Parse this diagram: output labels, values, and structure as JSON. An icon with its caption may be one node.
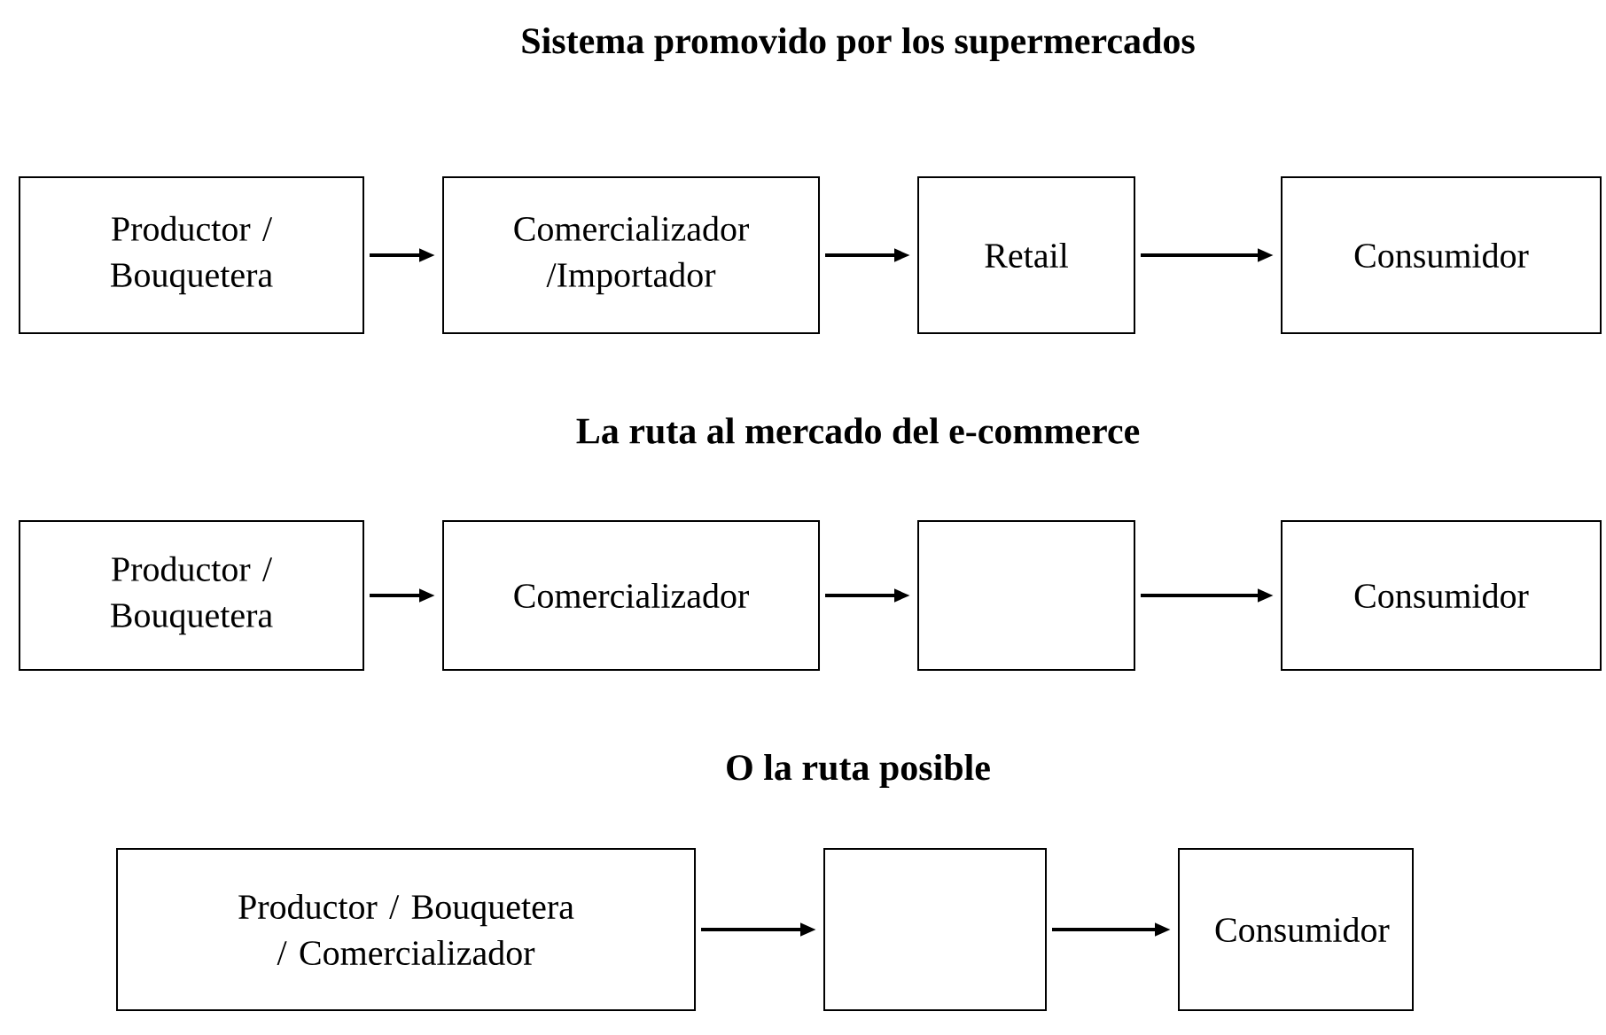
{
  "diagram": {
    "title": "Sistema promovido por los supermercados",
    "nodes": [
      {
        "text": [
          "Productor / Bouquetera"
        ]
      },
      {
        "text": [
          "Comercializador /Importador"
        ]
      },
      {
        "text": [
          "Retail"
        ]
      },
      {
        "text": [
          "Consumidor"
        ]
      },
      {
        "text": [
          "Productor / Bouquetera"
        ]
      },
      {
        "text": [
          "Comercializador"
        ]
      },
      {
        "text": [],
        "shape": "box"
      },
      {
        "text": [
          "Consumidor"
        ]
      },
      {
        "text": [
          "Productor / Bouquetera / Comercializador"
        ]
      },
      {
        "text": [],
        "shape": "box"
      },
      {
        "text": [
          "Consumidor"
        ]
      }
    ],
    "edges": [
      {
        "from": 0,
        "to": 1,
        "arrow": "to"
      },
      {
        "from": 1,
        "to": 2,
        "arrow": "to"
      },
      {
        "from": 2,
        "to": 3,
        "arrow": "to"
      },
      {
        "from": 4,
        "to": 5,
        "arrow": "to"
      },
      {
        "from": 5,
        "to": 6,
        "arrow": "to"
      },
      {
        "from": 6,
        "to": 7,
        "arrow": "to"
      },
      {
        "from": 8,
        "to": 9,
        "arrow": "to"
      },
      {
        "from": 9,
        "to": 10,
        "arrow": "to"
      }
    ],
    "labels": [
      "La ruta al mercado del e-commerce",
      "O la ruta posible"
    ]
  }
}
